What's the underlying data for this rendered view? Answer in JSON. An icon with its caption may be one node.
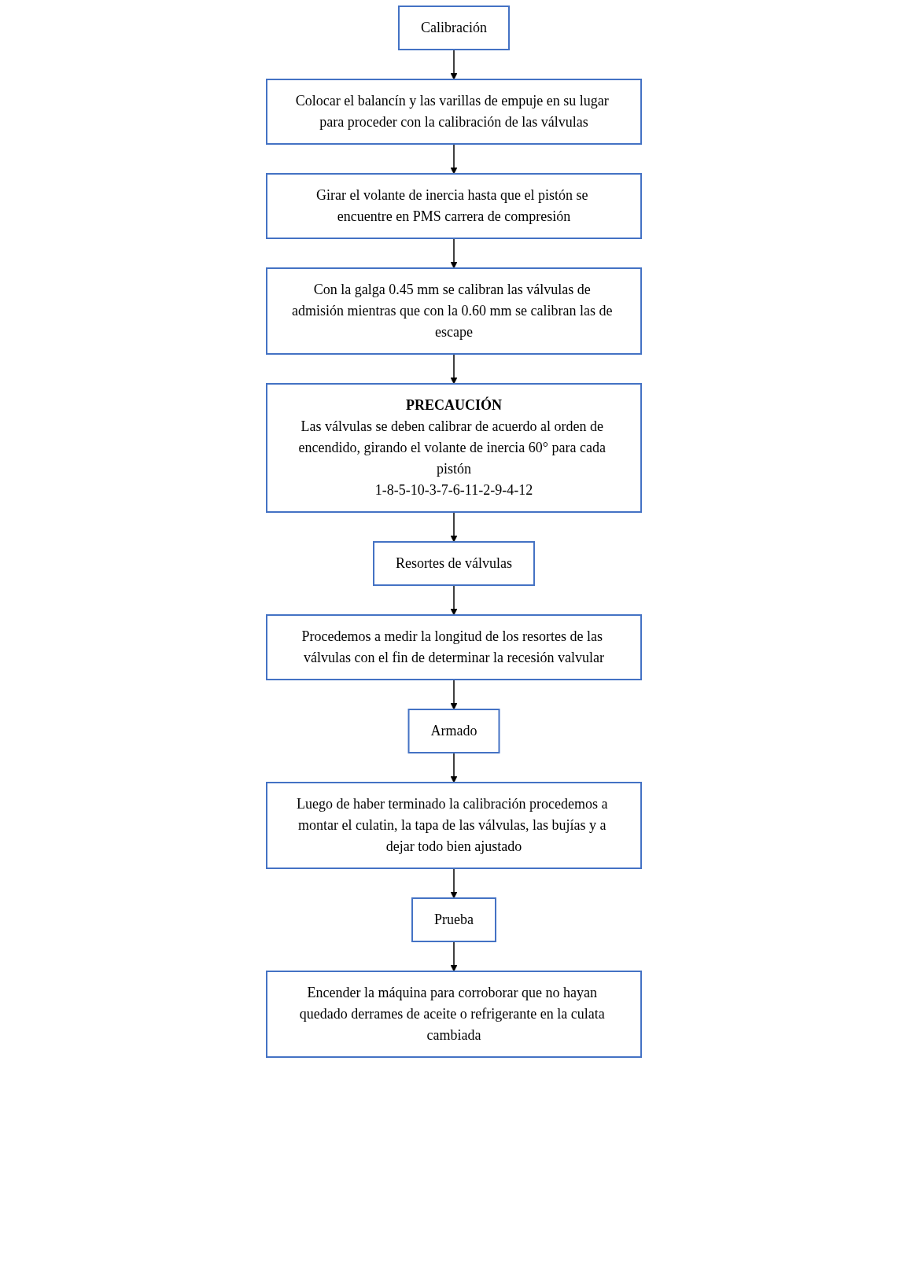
{
  "diagram": {
    "nodes": [
      {
        "text": [
          "Calibración"
        ]
      },
      {
        "text": [
          "Colocar el balancín y las varillas de empuje en su lugar para proceder con la calibración de las válvulas"
        ]
      },
      {
        "text": [
          "Girar el volante de inercia hasta que el pistón se encuentre en PMS carrera de compresión"
        ]
      },
      {
        "text": [
          "Con la galga 0.45 mm se calibran las válvulas de admisión mientras que con la 0.60 mm se calibran las de escape"
        ]
      },
      {
        "text": [
          "PRECAUCIÓN",
          "Las válvulas se deben calibrar de acuerdo al orden de encendido, girando el volante de inercia 60° para cada pistón",
          "1-8-5-10-3-7-6-11-2-9-4-12"
        ]
      },
      {
        "text": [
          "Resortes de válvulas"
        ]
      },
      {
        "text": [
          "Procedemos a medir la longitud de los resortes de las válvulas con el fin de determinar la recesión valvular"
        ]
      },
      {
        "text": [
          "Armado"
        ]
      },
      {
        "text": [
          "Luego de haber terminado la calibración procedemos a montar el culatin, la tapa de las válvulas, las bujías y a dejar todo bien ajustado"
        ]
      },
      {
        "text": [
          "Prueba"
        ]
      },
      {
        "text": [
          "Encender la máquina para corroborar que no hayan quedado derrames de aceite o refrigerante en la culata cambiada"
        ]
      }
    ],
    "edges": [
      {
        "from": 0,
        "to": 1,
        "arrow": "to"
      },
      {
        "from": 1,
        "to": 2,
        "arrow": "to"
      },
      {
        "from": 2,
        "to": 3,
        "arrow": "to"
      },
      {
        "from": 3,
        "to": 4,
        "arrow": "to"
      },
      {
        "from": 4,
        "to": 5,
        "arrow": "to"
      },
      {
        "from": 5,
        "to": 6,
        "arrow": "to"
      },
      {
        "from": 6,
        "to": 7,
        "arrow": "to"
      },
      {
        "from": 7,
        "to": 8,
        "arrow": "to"
      },
      {
        "from": 8,
        "to": 9,
        "arrow": "to"
      },
      {
        "from": 9,
        "to": 10,
        "arrow": "to"
      }
    ]
  }
}
